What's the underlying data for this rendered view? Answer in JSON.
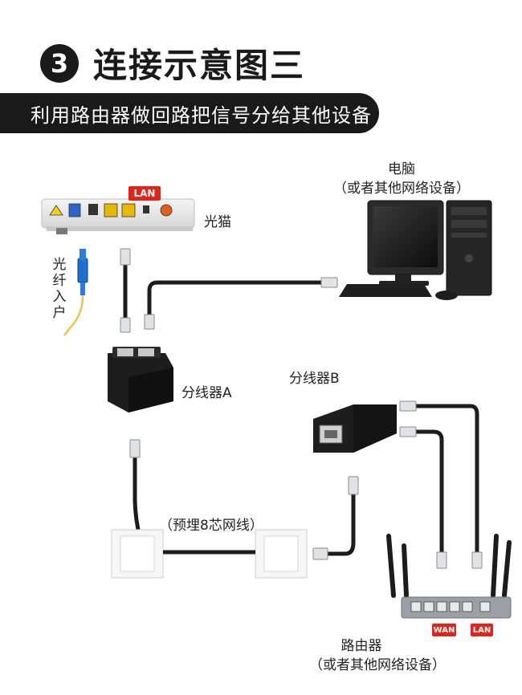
{
  "header": {
    "step_number": "3",
    "title": "连接示意图三",
    "subtitle": "利用路由器做回路把信号分给其他设备"
  },
  "labels": {
    "computer_line1": "电脑",
    "computer_line2": "（或者其他网络设备）",
    "modem": "光猫",
    "fiber_in": "光纤入户",
    "splitter_a": "分线器A",
    "splitter_b": "分线器B",
    "cable": "（预埋8芯网线）",
    "router_line1": "路由器",
    "router_line2": "（或者其他网络设备）"
  },
  "badges": {
    "modem_lan": "LAN",
    "router_wan": "WAN",
    "router_lan": "LAN"
  },
  "colors": {
    "badge_red": "#e2231a",
    "cable_black": "#1c1c1c",
    "fiber_yellow": "#e8c44a",
    "fiber_blue": "#1f6fd1"
  }
}
